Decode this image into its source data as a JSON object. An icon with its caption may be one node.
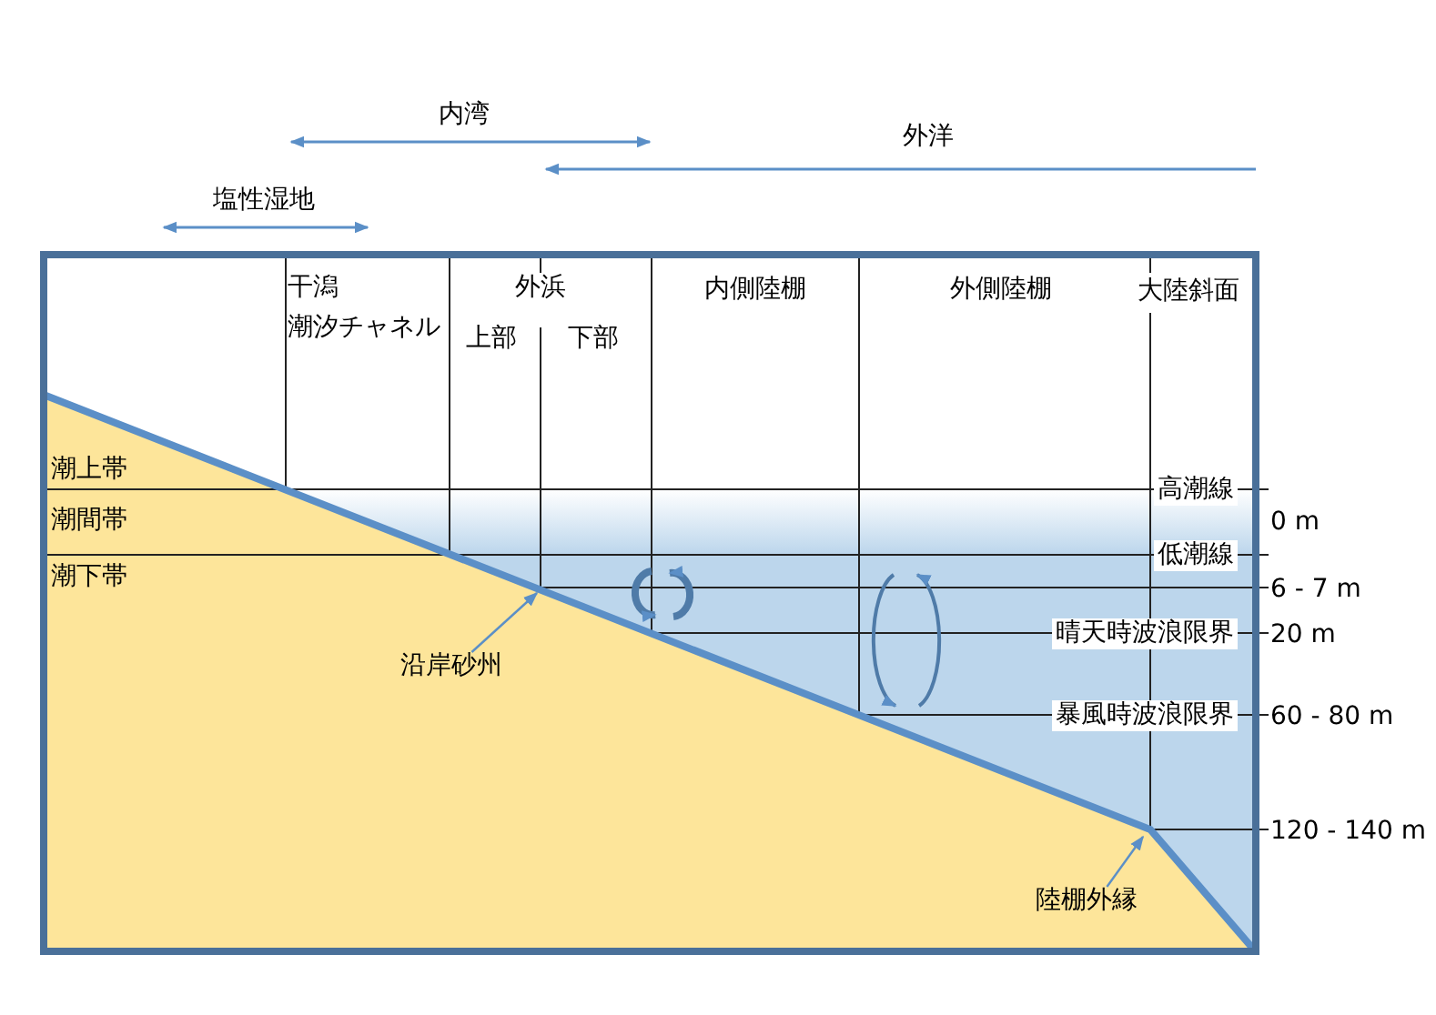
{
  "diagram": {
    "nodes": [
      {
        "text": [
          "沿岸砂州"
        ]
      },
      {
        "text": [
          "陸棚外縁"
        ]
      }
    ],
    "edges": [
      {
        "from": 0,
        "to": null,
        "arrow": "to"
      },
      {
        "from": 1,
        "to": null,
        "arrow": "to"
      }
    ],
    "labels": [
      "内湾",
      "外洋",
      "塩性湿地",
      "干潟",
      "潮汐チャネル",
      "外浜",
      "上部",
      "下部",
      "内側陸棚",
      "外側陸棚",
      "大陸斜面",
      "潮上帯",
      "高潮線",
      "潮間帯",
      "0 m",
      "潮下帯",
      "低潮線",
      "6 - 7 m",
      "晴天時波浪限界",
      "20 m",
      "暴風時波浪限界",
      "60 - 80 m",
      "120 - 140 m"
    ]
  }
}
